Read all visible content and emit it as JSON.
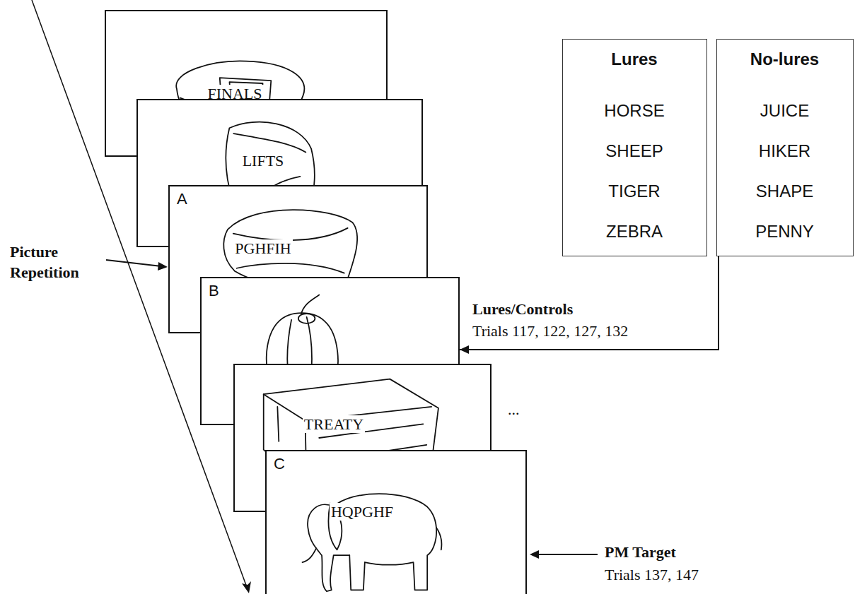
{
  "diagram": {
    "nodes": [
      {
        "text": [
          "FINALS"
        ]
      },
      {
        "text": [
          "LIFTS"
        ]
      },
      {
        "text": [
          "A",
          "PGHFIH"
        ]
      },
      {
        "text": [
          "B"
        ]
      },
      {
        "text": [
          "TREATY"
        ]
      },
      {
        "text": [
          "C",
          "HQPGHF"
        ]
      },
      {
        "text": [
          "Lures",
          "HORSE SHEEP TIGER ZEBRA"
        ]
      },
      {
        "text": [
          "No-lures",
          "JUICE HIKER SHAPE PENNY"
        ]
      }
    ],
    "edges": [
      {
        "from": 7,
        "to": 3,
        "arrow": "to"
      }
    ],
    "labels": [
      "...",
      "Picture Repetition",
      "Lures/Controls",
      "Trials 117, 122, 127, 132",
      "PM Target",
      "Trials 137, 147"
    ]
  }
}
